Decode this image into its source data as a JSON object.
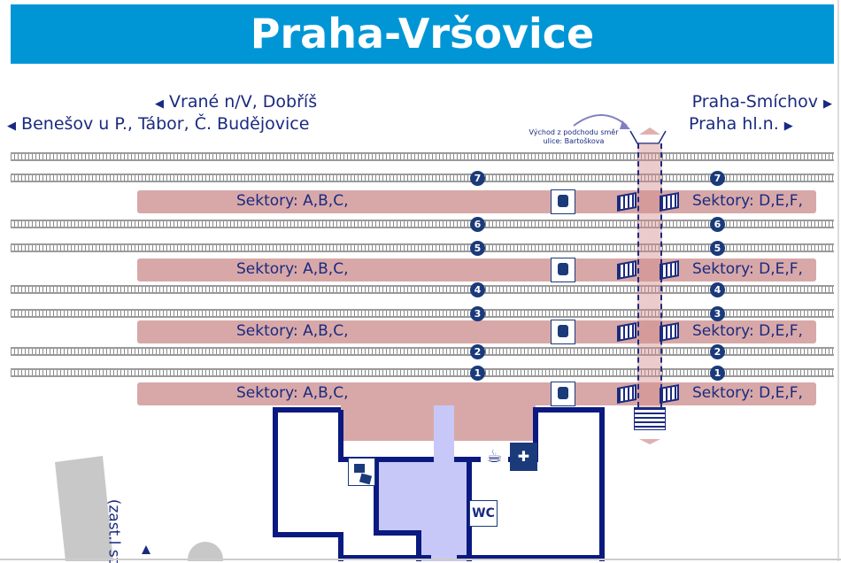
{
  "title": "Praha-Vršovice",
  "directions": {
    "left_top": "Vrané n/V, Dobříš",
    "left_bottom": "Benešov u P., Tábor, Č. Budějovice",
    "right_top": "Praha-Smíchov",
    "right_bottom": "Praha hl.n."
  },
  "exit_note": "Východ z podchodu směr ulice: Bartoškova",
  "platforms": [
    {
      "left": "Sektory: A,B,C,",
      "right": "Sektory: D,E,F,"
    },
    {
      "left": "Sektory: A,B,C,",
      "right": "Sektory: D,E,F,"
    },
    {
      "left": "Sektory: A,B,C,",
      "right": "Sektory: D,E,F,"
    },
    {
      "left": "Sektory: A,B,C,",
      "right": "Sektory: D,E,F,"
    }
  ],
  "tracks": [
    "7",
    "6",
    "5",
    "4",
    "3",
    "2",
    "1"
  ],
  "facilities": {
    "wc": "WC",
    "icons": [
      "ticket-office-icon",
      "cafe-icon",
      "gift-shop-icon",
      "train-icon"
    ]
  },
  "street_label": "(zast.l st",
  "colors": {
    "header": "#0096d6",
    "platform": "#d8a8a8",
    "walls": "#0a1a80",
    "corridor": "#c8c8f8"
  }
}
